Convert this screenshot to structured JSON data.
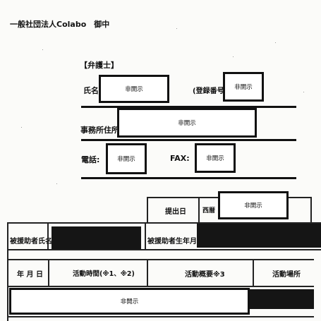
{
  "document": {
    "addressee": "一般社団法人Colabo　御中",
    "section_title": "【弁護士】",
    "name_label": "氏名",
    "reg_label": "(登録番号)",
    "office_label": "事務所住所:",
    "phone_label": "電話:",
    "fax_label": "FAX:",
    "redacted": "非開示"
  },
  "table": {
    "submit_date_label": "提出日",
    "era_label": "西暦",
    "supported_name_label": "被援助者氏名",
    "supported_birth_label": "被援助者生年月日",
    "headers": [
      "年 月 日",
      "活動時間(※1、※2)",
      "活動概要※3",
      "活動場所"
    ]
  }
}
